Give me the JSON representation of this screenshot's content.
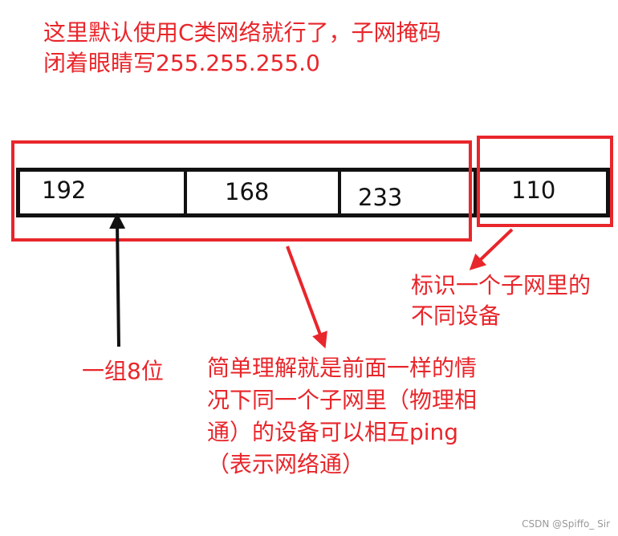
{
  "title_lines": [
    "这里默认使用C类网络就行了，子网掩码",
    "闭着眼睛写255.255.255.0"
  ],
  "octets": [
    "192",
    "168",
    "233",
    "110"
  ],
  "labels": {
    "bits_label": "一组8位",
    "host_note_lines": [
      "标识一个子网里的",
      "不同设备"
    ],
    "network_note_lines": [
      "简单理解就是前面一样的情",
      "况下同一个子网里（物理相",
      "通）的设备可以相互ping",
      "（表示网络通）"
    ]
  },
  "watermark": "CSDN @Spiffo_ Sir",
  "colors": {
    "annotation_red": "#e8262b",
    "line_black": "#111111",
    "background": "#ffffff"
  }
}
